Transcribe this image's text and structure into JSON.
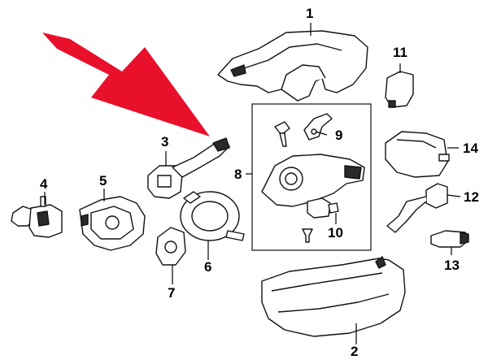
{
  "diagram": {
    "callouts": [
      {
        "id": "c1",
        "label": "1"
      },
      {
        "id": "c2",
        "label": "2"
      },
      {
        "id": "c3",
        "label": "3"
      },
      {
        "id": "c4",
        "label": "4"
      },
      {
        "id": "c5",
        "label": "5"
      },
      {
        "id": "c6",
        "label": "6"
      },
      {
        "id": "c7",
        "label": "7"
      },
      {
        "id": "c8",
        "label": "8"
      },
      {
        "id": "c9",
        "label": "9"
      },
      {
        "id": "c10",
        "label": "10"
      },
      {
        "id": "c11",
        "label": "11"
      },
      {
        "id": "c12",
        "label": "12"
      },
      {
        "id": "c13",
        "label": "13"
      },
      {
        "id": "c14",
        "label": "14"
      }
    ],
    "colors": {
      "arrow": "#e8102a",
      "line": "#111111",
      "background": "#ffffff"
    },
    "icons": [
      "red-pointer-arrow"
    ]
  }
}
